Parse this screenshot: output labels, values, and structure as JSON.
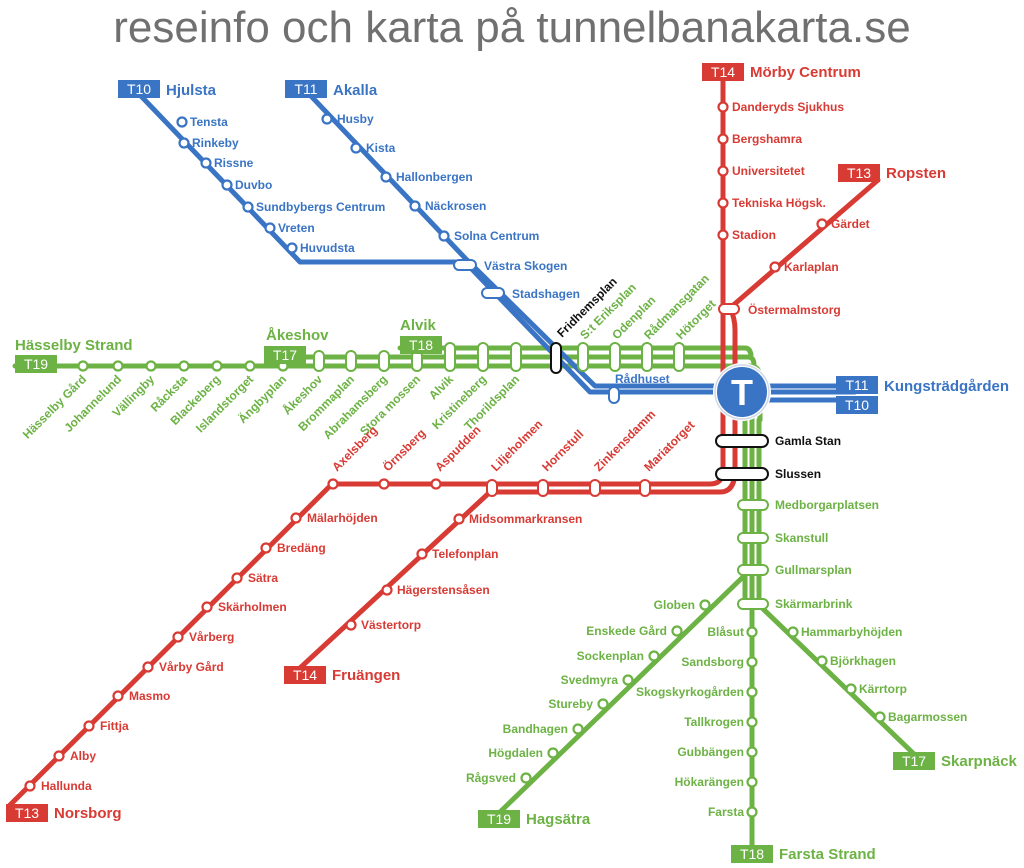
{
  "header": {
    "title": "reseinfo och karta på tunnelbanakarta.se"
  },
  "hub": {
    "symbol": "T"
  },
  "colors": {
    "blue": "#3a74c4",
    "red": "#d83a34",
    "green": "#6cb244",
    "text_gray": "#707070"
  },
  "lines": {
    "T10": {
      "badge": "T10",
      "terminal": "Hjulsta",
      "color": "blue"
    },
    "T11": {
      "badge": "T11",
      "terminal": "Akalla",
      "color": "blue"
    },
    "T10_T11_east": {
      "badge_a": "T11",
      "badge_b": "T10",
      "terminal": "Kungsträdgården",
      "color": "blue"
    },
    "T13_north": {
      "badge": "T13",
      "terminal": "Ropsten",
      "color": "red"
    },
    "T14_north": {
      "badge": "T14",
      "terminal": "Mörby Centrum",
      "color": "red"
    },
    "T13_south": {
      "badge": "T13",
      "terminal": "Norsborg",
      "color": "red"
    },
    "T14_south": {
      "badge": "T14",
      "terminal": "Fruängen",
      "color": "red"
    },
    "T19_west": {
      "badge": "T19",
      "terminal": "Hässelby Strand",
      "color": "green"
    },
    "T17_west": {
      "badge": "T17",
      "terminal": "Åkeshov",
      "color": "green"
    },
    "T18_west": {
      "badge": "T18",
      "terminal": "Alvik",
      "color": "green"
    },
    "T19_south": {
      "badge": "T19",
      "terminal": "Hagsätra",
      "color": "green"
    },
    "T18_south": {
      "badge": "T18",
      "terminal": "Farsta Strand",
      "color": "green"
    },
    "T17_south": {
      "badge": "T17",
      "terminal": "Skarpnäck",
      "color": "green"
    }
  },
  "stations": {
    "t10_branch": [
      "Tensta",
      "Rinkeby",
      "Rissne",
      "Duvbo",
      "Sundbybergs Centrum",
      "Vreten",
      "Huvudsta"
    ],
    "t11_branch": [
      "Husby",
      "Kista",
      "Hallonbergen",
      "Näckrosen",
      "Solna Centrum"
    ],
    "blue_trunk": [
      "Västra Skogen",
      "Stadshagen",
      "Rådhuset"
    ],
    "red_north_t14": [
      "Danderyds Sjukhus",
      "Bergshamra",
      "Universitetet",
      "Tekniska Högsk.",
      "Stadion"
    ],
    "red_north_t13": [
      "Gärdet",
      "Karlaplan"
    ],
    "red_central": [
      "Östermalmstorg"
    ],
    "green_west": [
      "Hässelby Gård",
      "Johannelund",
      "Vällingby",
      "Råcksta",
      "Blackeberg",
      "Islandstorget",
      "Ängbyplan",
      "Åkeshov",
      "Brommaplan",
      "Abrahamsberg",
      "Stora mossen",
      "Alvik",
      "Kristineberg",
      "Thorildsplan"
    ],
    "green_city": [
      "S:t Eriksplan",
      "Odenplan",
      "Rådmansgatan",
      "Hötorget"
    ],
    "transfer": [
      "Fridhemsplan"
    ],
    "central_south": [
      "Gamla Stan",
      "Slussen"
    ],
    "red_south_trunk": [
      "Axelsberg",
      "Örnsberg",
      "Aspudden",
      "Liljeholmen",
      "Hornstull",
      "Zinkensdamm",
      "Mariatorget"
    ],
    "red_t13_branch": [
      "Mälarhöjden",
      "Bredäng",
      "Sätra",
      "Skärholmen",
      "Vårberg",
      "Vårby Gård",
      "Masmo",
      "Fittja",
      "Alby",
      "Hallunda"
    ],
    "red_t14_branch": [
      "Midsommarkransen",
      "Telefonplan",
      "Hägerstensåsen",
      "Västertorp"
    ],
    "green_south_trunk": [
      "Medborgarplatsen",
      "Skanstull",
      "Gullmarsplan",
      "Skärmarbrink"
    ],
    "green_t19_branch": [
      "Globen",
      "Enskede Gård",
      "Sockenplan",
      "Svedmyra",
      "Stureby",
      "Bandhagen",
      "Högdalen",
      "Rågsved"
    ],
    "green_t18_branch": [
      "Blåsut",
      "Sandsborg",
      "Skogskyrkogården",
      "Tallkrogen",
      "Gubbängen",
      "Hökarängen",
      "Farsta"
    ],
    "green_t17_branch": [
      "Hammarbyhöjden",
      "Björkhagen",
      "Kärrtorp",
      "Bagarmossen"
    ]
  }
}
